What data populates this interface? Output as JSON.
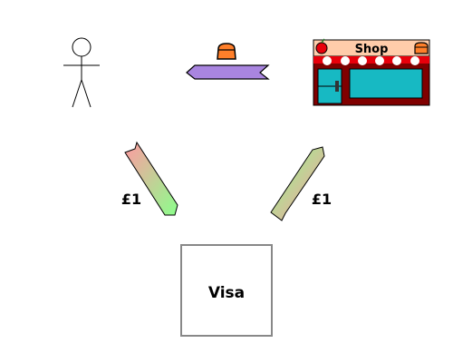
{
  "shop": {
    "sign": "Shop"
  },
  "payment_to_visa": {
    "amount": "£1"
  },
  "visa_to_shop": {
    "amount": "£1"
  },
  "bank": {
    "label": "Visa"
  },
  "colors": {
    "arrow_purple": "#a985e0",
    "bread_orange": "#ff7f2a",
    "shop_awning_red": "#e8000b",
    "shop_sign_peach": "#ffccaa",
    "shop_wall_maroon": "#800000",
    "shop_window_teal": "#17b9c3",
    "money_pink": "#ff9aa2",
    "money_green": "#8cff8c",
    "box_border": "#888888"
  },
  "icons": [
    "stick-person-icon",
    "bread-icon",
    "shop-icon",
    "apple-icon",
    "banknote-arrow-icon"
  ]
}
